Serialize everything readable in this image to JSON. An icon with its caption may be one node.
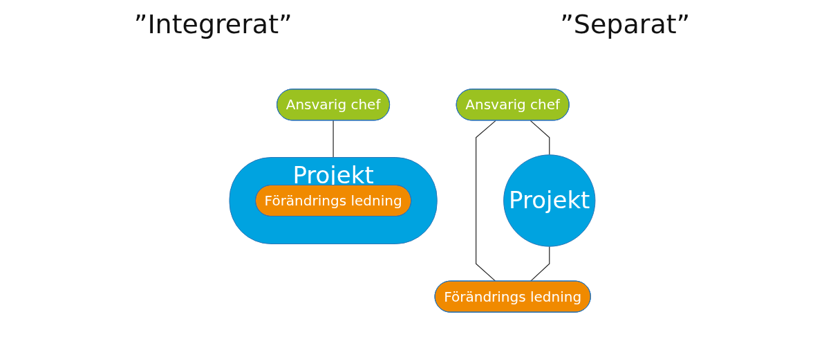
{
  "diagram": {
    "nodes": [
      {
        "text": [
          "Ansvarig chef"
        ]
      },
      {
        "text": [
          "Projekt"
        ]
      },
      {
        "text": [
          "Förändrings ledning"
        ],
        "in": 1
      },
      {
        "text": [
          "Ansvarig chef"
        ]
      },
      {
        "text": [
          "Projekt"
        ]
      },
      {
        "text": [
          "Förändrings ledning"
        ]
      }
    ],
    "edges": [
      {
        "from": 0,
        "to": 1,
        "arrow": "none"
      },
      {
        "from": 3,
        "to": 4,
        "arrow": "none"
      },
      {
        "from": 3,
        "to": 5,
        "arrow": "none"
      },
      {
        "from": 4,
        "to": 5,
        "arrow": "none"
      }
    ],
    "labels": [
      "”Integrerat”",
      "”Separat”"
    ]
  }
}
